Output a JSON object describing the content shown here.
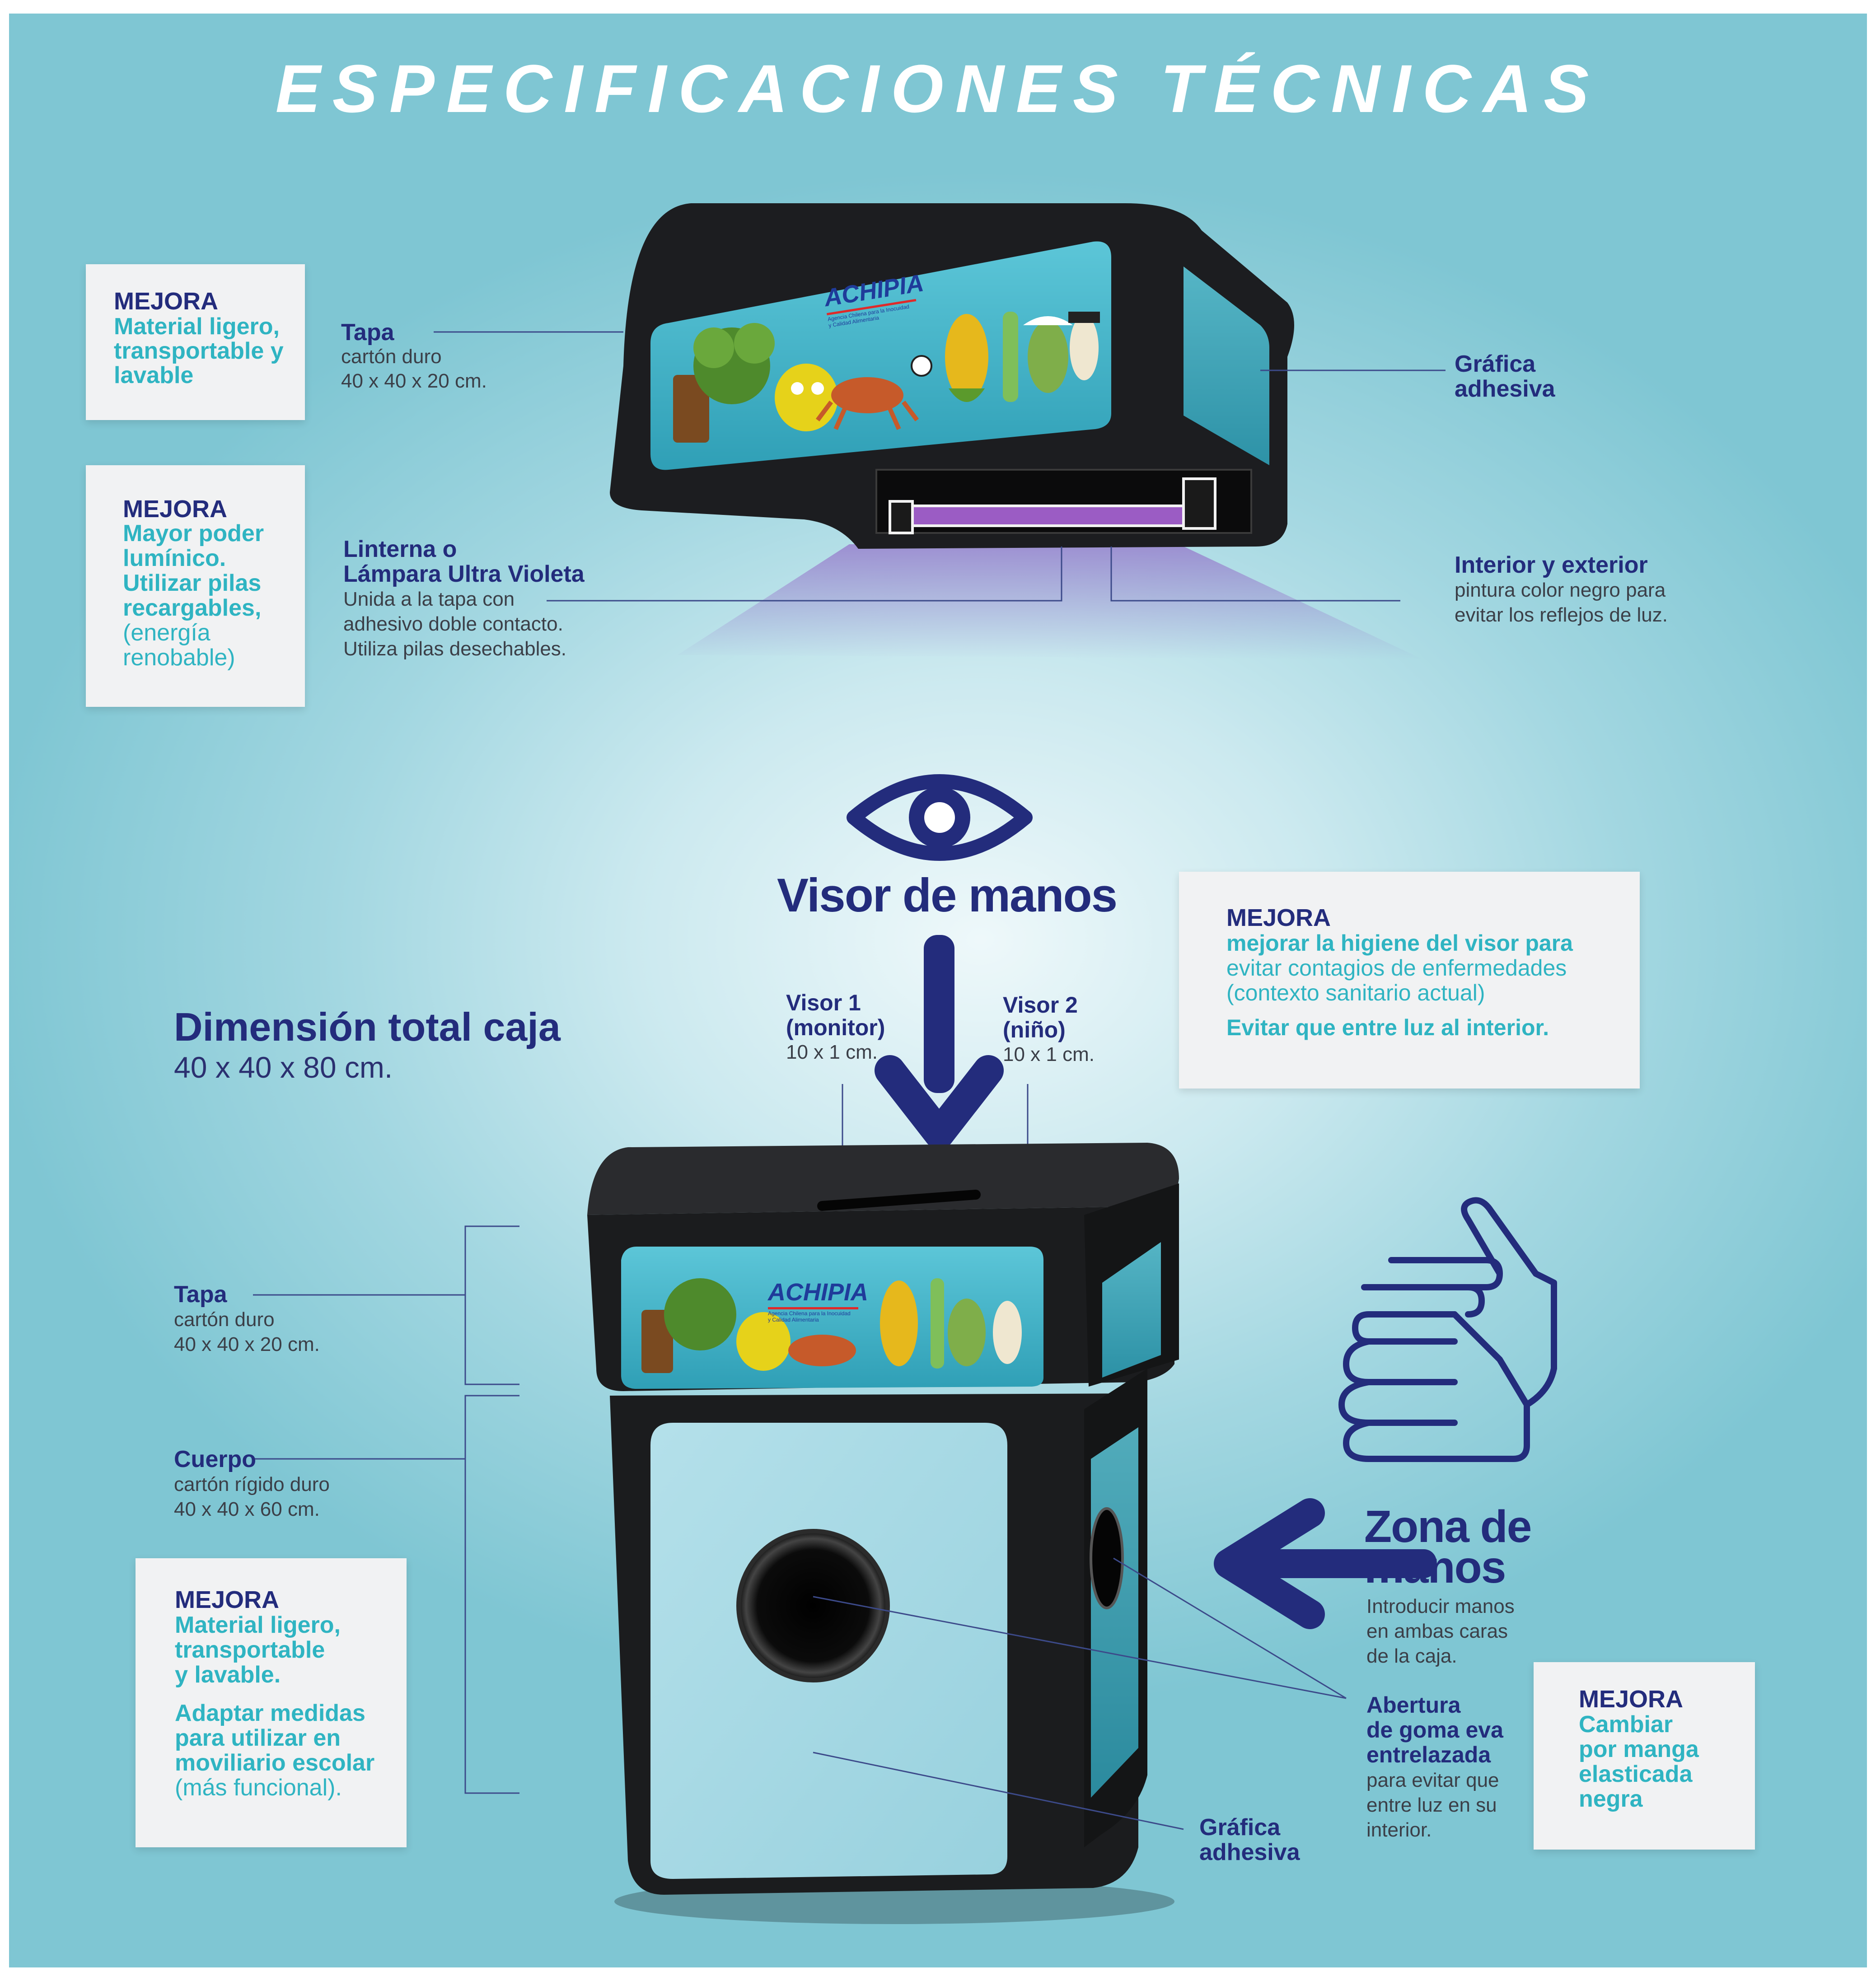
{
  "title": "ESPECIFICACIONES TÉCNICAS",
  "colors": {
    "navy": "#232c7c",
    "teal": "#2fb4c2",
    "box_black": "#1b1c1e",
    "panel_blue": "#a9dbe6",
    "uv_purple": "#9b5cc4"
  },
  "brand": {
    "name": "ACHIPIA",
    "tagline_1": "Agencia Chilena para la Inocuidad",
    "tagline_2": "y Calidad Alimentaria"
  },
  "top_section": {
    "mejora_1": {
      "heading": "MEJORA",
      "line1": "Material ligero,",
      "line2": "transportable y",
      "line3": "lavable"
    },
    "mejora_2": {
      "heading": "MEJORA",
      "line1": "Mayor poder",
      "line2": "lumínico.",
      "line3": "Utilizar pilas",
      "line4": "recargables,",
      "line5": "(energía",
      "line6": "renobable)"
    },
    "tapa": {
      "title": "Tapa",
      "line1": "cartón duro",
      "line2": "40 x 40 x 20 cm."
    },
    "linterna": {
      "title1": "Linterna o",
      "title2": "Lámpara Ultra Violeta",
      "line1": "Unida a la tapa con",
      "line2": "adhesivo doble contacto.",
      "line3": "Utiliza pilas desechables."
    },
    "grafica": {
      "line1": "Gráfica",
      "line2": "adhesiva"
    },
    "interior": {
      "title": "Interior y exterior",
      "line1": "pintura color negro para",
      "line2": "evitar los reflejos de luz."
    }
  },
  "visor": {
    "title": "Visor de manos",
    "eye_icon": "eye-icon",
    "arrow_icon": "arrow-down-icon",
    "visor1": {
      "title1": "Visor 1",
      "title2": "(monitor)",
      "size": "10 x 1 cm."
    },
    "visor2": {
      "title1": "Visor 2",
      "title2": "(niño)",
      "size": "10 x 1 cm."
    },
    "mejora": {
      "heading": "MEJORA",
      "line1": "mejorar la higiene del visor para",
      "line2": "evitar contagios de enfermedades",
      "line3": "(contexto sanitario actual)",
      "line4": "Evitar que entre luz al interior."
    }
  },
  "dimension": {
    "title": "Dimensión total caja",
    "value": "40 x 40 x 80 cm."
  },
  "bottom_section": {
    "tapa": {
      "title": "Tapa",
      "line1": "cartón duro",
      "line2": "40 x 40 x 20 cm."
    },
    "cuerpo": {
      "title": "Cuerpo",
      "line1": "cartón rígido duro",
      "line2": "40 x 40 x 60 cm."
    },
    "mejora_left": {
      "heading": "MEJORA",
      "line1": "Material ligero,",
      "line2": "transportable",
      "line3": "y lavable.",
      "line4": "Adaptar medidas",
      "line5": "para utilizar en",
      "line6": "moviliario escolar",
      "line7": "(más funcional)."
    },
    "zona": {
      "title1": "Zona de",
      "title2": "manos",
      "line1": "Introducir manos",
      "line2": "en ambas caras",
      "line3": "de la caja.",
      "hands_icon": "hands-icon",
      "arrow_icon": "arrow-left-icon"
    },
    "abertura": {
      "title1": "Abertura",
      "title2": "de goma eva",
      "title3": "entrelazada",
      "line1": "para evitar que",
      "line2": "entre luz en su",
      "line3": "interior."
    },
    "mejora_right": {
      "heading": "MEJORA",
      "line1": "Cambiar",
      "line2": "por manga",
      "line3": "elasticada",
      "line4": "negra"
    },
    "grafica": {
      "line1": "Gráfica",
      "line2": "adhesiva"
    }
  }
}
